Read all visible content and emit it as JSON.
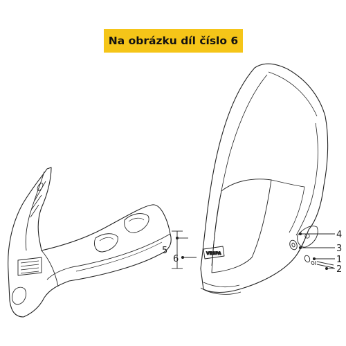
{
  "banner": {
    "text": "Na obrázku díl číslo 6",
    "color": "#f5c518"
  },
  "callouts": {
    "c1": "1",
    "c2": "2",
    "c3": "3",
    "c4": "4",
    "c5": "5",
    "c6": "6"
  },
  "windshield": {
    "emblem_text": "VESPA"
  }
}
